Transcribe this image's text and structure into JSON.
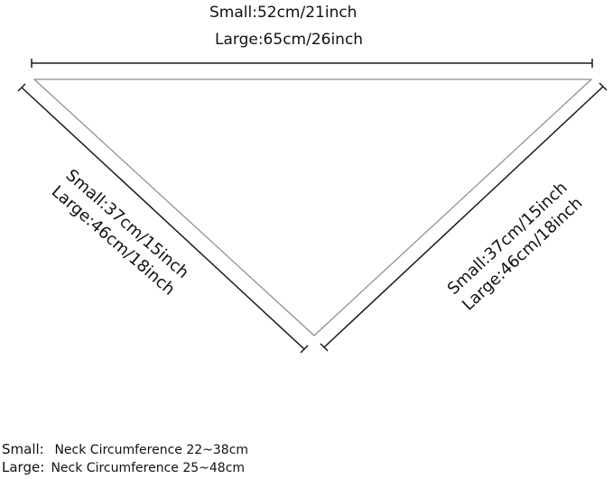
{
  "top_dimension": {
    "small": "Small:52cm/21inch",
    "large": "Large:65cm/26inch"
  },
  "left_dimension": {
    "small": "Small:37cm/15inch",
    "large": "Large:46cm/18inch"
  },
  "right_dimension": {
    "small": "Small:37cm/15inch",
    "large": "Large:46cm/18inch"
  },
  "legend": {
    "small_key": "Small:",
    "small_text": "Neck Circumference 22~38cm",
    "large_key": "Large:",
    "large_text": "Neck Circumference 25~48cm"
  },
  "colors": {
    "line": "#1a1a1a",
    "text": "#111111",
    "background": "#ffffff"
  }
}
